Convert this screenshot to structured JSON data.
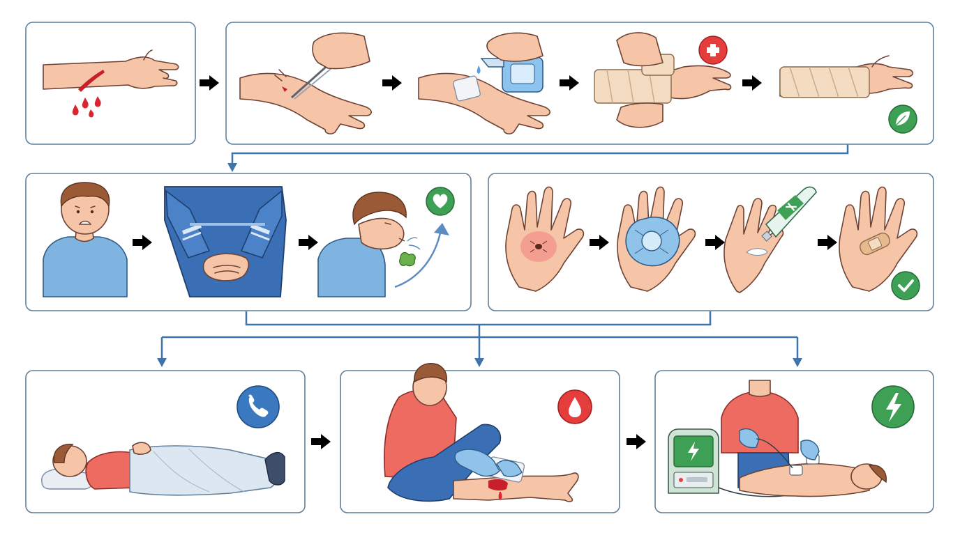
{
  "colors": {
    "connector": "#3f74aa",
    "panel_border": "#5f7f9a",
    "badge_red": "#e53c3c",
    "badge_green": "#3ea055",
    "badge_blue": "#3a79bf",
    "blood": "#d8252f",
    "skin": "#f6c4a6",
    "shirt_blue": "#7fb3e0",
    "shirt_red": "#ee6b61",
    "jeans": "#3a6fb5"
  },
  "icons": [
    "plus-cross-icon",
    "leaf-icon",
    "heart-icon",
    "check-icon",
    "phone-icon",
    "blood-drop-icon",
    "lightning-icon"
  ],
  "panels": [
    {
      "name": "bleeding-cut",
      "steps": [
        "cut-arm-bleeding"
      ]
    },
    {
      "name": "wound-care",
      "steps": [
        "remove-debris-tweezers",
        "apply-sanitizer",
        "wrap-bandage",
        "bandaged-arm"
      ]
    },
    {
      "name": "choking",
      "steps": [
        "distressed-child",
        "abdominal-thrust",
        "expel-object"
      ]
    },
    {
      "name": "insect-sting",
      "steps": [
        "sting-on-hand",
        "cold-pack",
        "apply-ointment",
        "adhesive-bandage"
      ]
    },
    {
      "name": "shock-care",
      "steps": [
        "person-lying-under-blanket"
      ]
    },
    {
      "name": "bleeding-leg",
      "steps": [
        "press-gauze-on-leg"
      ]
    },
    {
      "name": "aed",
      "steps": [
        "aed-device",
        "place-pads-on-chest"
      ]
    }
  ]
}
